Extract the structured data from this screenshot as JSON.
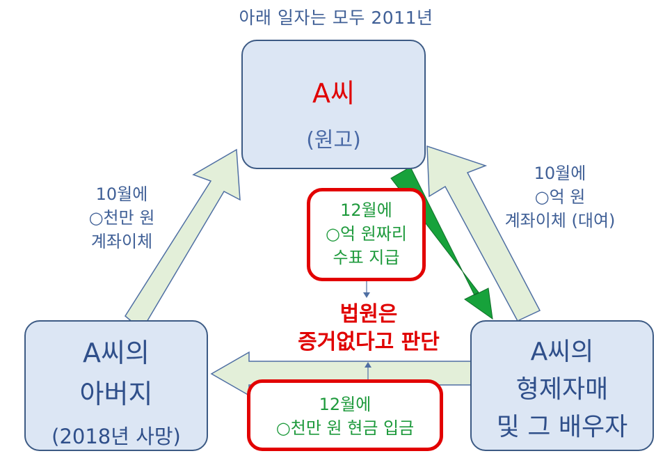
{
  "header": "아래 일자는 모두 2011년",
  "nodes": {
    "plaintiff": {
      "name": "A씨",
      "role": "(원고)"
    },
    "father": {
      "line1": "A씨의",
      "line2": "아버지",
      "line3": "(2018년 사망)"
    },
    "siblings": {
      "line1": "A씨의",
      "line2": "형제자매",
      "line3": "및 그 배우자"
    }
  },
  "labels": {
    "father_to_a": {
      "line1": "10월에",
      "line2": "○천만 원",
      "line3": "계좌이체"
    },
    "siblings_to_a": {
      "line1": "10월에",
      "line2": "○억 원",
      "line3": "계좌이체 (대여)"
    },
    "a_to_siblings": {
      "line1": "12월에",
      "line2": "○억 원짜리",
      "line3": "수표 지급"
    },
    "siblings_to_father": {
      "line1": "12월에",
      "line2": "○천만 원 현금 입금"
    },
    "court": {
      "line1": "법원은",
      "line2": "증거없다고 판단"
    }
  },
  "colors": {
    "box_fill": "#dce6f4",
    "box_border": "#3c5a84",
    "arrow_fill": "#e3efd9",
    "arrow_stroke": "#4f6fa3",
    "check_arrow": "#17a23b",
    "highlight": "#e20000"
  }
}
